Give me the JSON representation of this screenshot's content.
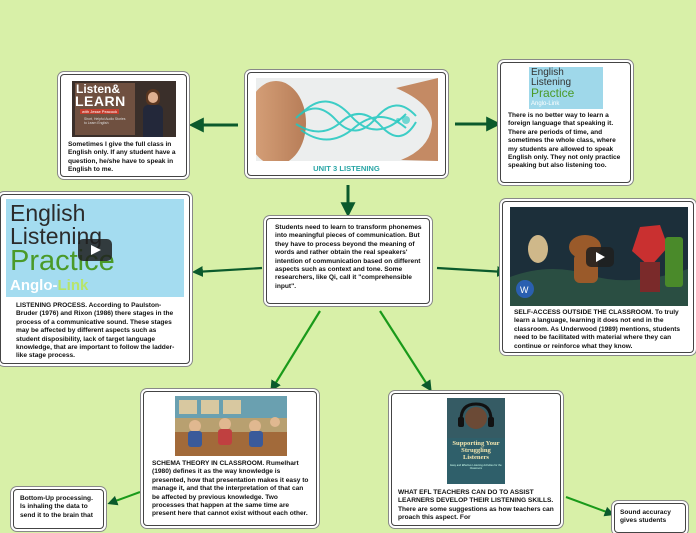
{
  "center": {
    "caption": "UNIT 3 LISTENING"
  },
  "listen_learn": {
    "logo_top": "Listen&",
    "logo_bottom": "LEARN",
    "logo_sub": "with Jesse Peacock",
    "logo_note": "Short, Helpful Audio Stories\nto Learn English",
    "text": "Sometimes I give the full class in English only. If any student have a question, he/she have to speak in English to me."
  },
  "english_practice_small": {
    "line1": "English",
    "line2": "Listening",
    "line3": "Practice",
    "brand": "Anglo-Link",
    "text": "There is no better way to learn a foreign language that speaking it. There are periods of time, and sometimes the whole class, where my students are allowed to speak English only. They not only practice speaking but also listening too."
  },
  "english_practice_big": {
    "line1": "English",
    "line2": "Listening",
    "line3": "Practice",
    "brand_a": "Anglo-",
    "brand_b": "Link",
    "text": "LISTENING PROCESS. According to Paulston-Bruder (1976) and Rixon (1986) there stages in the process of a communicative sound. These stages may be affected by different aspects such as student disposibility, lack of target language knowledge, that are important to follow the ladder-like stage process."
  },
  "definition": {
    "text": "Students need to learn to transform phonemes into meaningful pieces of communication. But they have to process beyond the meaning of words and rather obtain the real speakers' intention of communication based on different aspects such as context and tone. Some researchers, like Qi, call it \"comprehensible input\"."
  },
  "self_access": {
    "text": "SELF-ACCESS OUTSIDE THE CLASSROOM. To truly learn a language, learning it does not end in the classroom.  As Underwood (1989) mentions, students need to be facilitated with material where they can continue or reinforce what they know."
  },
  "schema": {
    "text": "SCHEMA THEORY IN CLASSROOM. Rumelhart (1980) defines it as the way knowledge is presented, how that presentation makes it easy to manage it, and that the interpretation of that can be affected by previous knowledge. Two processes that happen at the same time are present here that cannot exist without each other."
  },
  "efl": {
    "book_title": "Supporting Your\nStruggling\nListeners",
    "book_sub": "Easy and Effective Listening Activities for the Classroom",
    "text": "WHAT EFL TEACHERS CAN DO TO ASSIST LEARNERS DEVELOP THEIR LISTENING SKILLS. There are some suggestions as how teachers can proach this aspect. For"
  },
  "bottom_up": {
    "text": "Bottom-Up processing. Is inhaling the data to send it to the brain that"
  },
  "sound": {
    "text": "Sound accuracy gives students"
  },
  "colors": {
    "background": "#d8f0a8",
    "arrow": "#0b5a2c"
  }
}
